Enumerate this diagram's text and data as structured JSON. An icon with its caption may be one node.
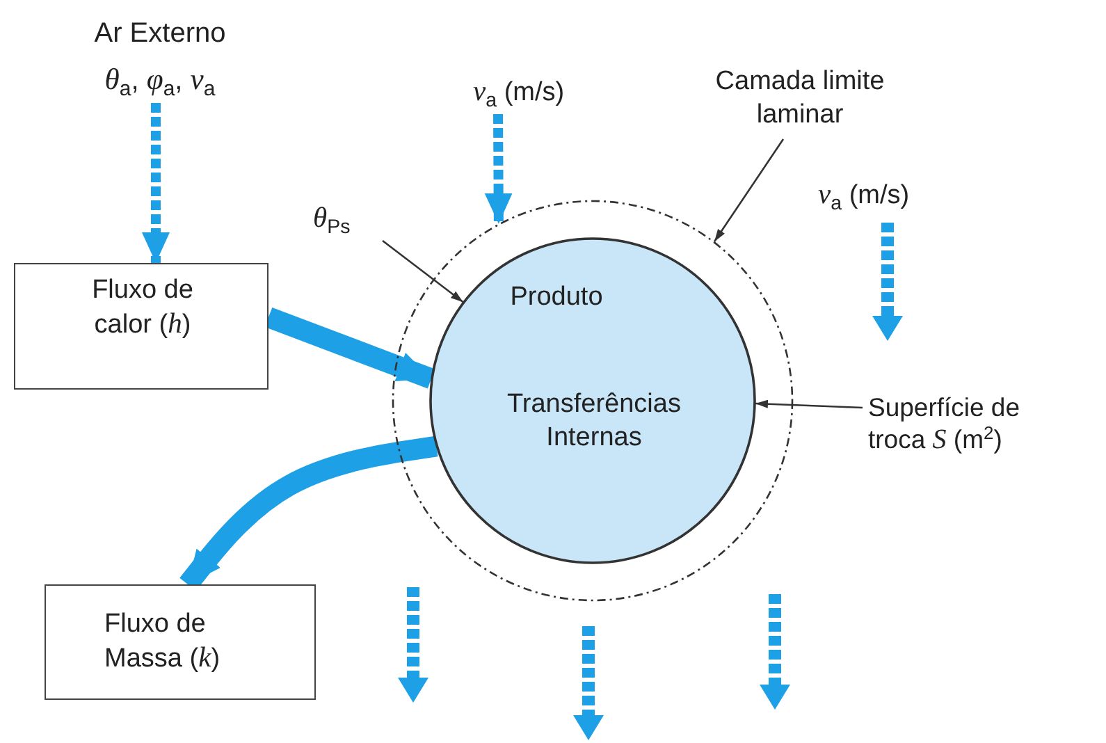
{
  "diagram": {
    "nodes": [
      {
        "text": [
          "Ar Externo",
          "*θ*$_{a}$, *φ*$_{a}$, *v*$_{a}$"
        ]
      },
      {
        "text": [
          "*v*$_{a}$ (m/s)"
        ]
      },
      {
        "text": [
          "Camada limite laminar"
        ]
      },
      {
        "text": [
          "*θ*$_{Ps}$"
        ]
      },
      {
        "text": [
          "Fluxo de calor (*h*)"
        ]
      },
      {
        "text": [],
        "shape": "circle"
      },
      {
        "text": [
          "Produto",
          "Transferências Internas"
        ],
        "in": 5
      },
      {
        "text": [
          "Superfície de troca *S* (m$^{2}$)"
        ]
      },
      {
        "text": [
          "Fluxo de Massa (*k*)"
        ]
      }
    ],
    "edges": [
      {
        "from": 0,
        "to": 4,
        "arrow": "to",
        "style": "dashed"
      },
      {
        "from": 1,
        "to": 5,
        "arrow": "to",
        "style": "dashed"
      },
      {
        "from": 2,
        "to": 5,
        "arrow": "to",
        "color": "#333333"
      },
      {
        "from": 3,
        "to": 6,
        "arrow": "to",
        "color": "#333333"
      },
      {
        "from": 7,
        "to": 6,
        "arrow": "to",
        "color": "#333333"
      },
      {
        "from": 4,
        "to": 6,
        "arrow": "to",
        "style": "thick"
      },
      {
        "from": 6,
        "to": 8,
        "arrow": "to",
        "style": "thick"
      }
    ],
    "labels": [
      "*v*$_{a}$ (m/s)"
    ]
  }
}
